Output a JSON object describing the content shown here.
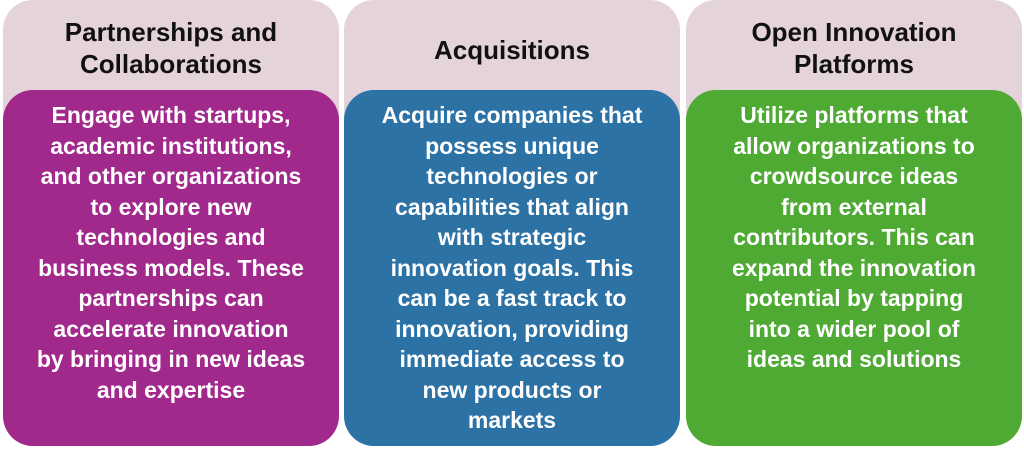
{
  "columns": [
    {
      "title_line1": "Partnerships and",
      "title_line2": "Collaborations",
      "body": [
        "Engage with startups,",
        "academic institutions,",
        "and other organizations",
        "to explore new",
        "technologies and",
        "business models. These",
        "partnerships can",
        "accelerate innovation",
        "by bringing in new ideas",
        "and expertise"
      ],
      "color": "#a2298c"
    },
    {
      "title_line1": "Acquisitions",
      "title_line2": "",
      "body": [
        "Acquire companies that",
        "possess unique",
        "technologies or",
        "capabilities that align",
        "with strategic",
        "innovation goals. This",
        "can be a fast track to",
        "innovation, providing",
        "immediate access to",
        "new products or",
        "markets"
      ],
      "color": "#2c72a5"
    },
    {
      "title_line1": "Open Innovation",
      "title_line2": "Platforms",
      "body": [
        "Utilize platforms that",
        "allow organizations to",
        "crowdsource ideas",
        "from external",
        "contributors. This can",
        "expand the innovation",
        "potential by tapping",
        "into a wider pool of",
        "ideas and solutions"
      ],
      "color": "#4eaa33"
    }
  ],
  "colors": {
    "header_background": "#e5d3dc",
    "title_text": "#111111",
    "body_text": "#ffffff"
  }
}
